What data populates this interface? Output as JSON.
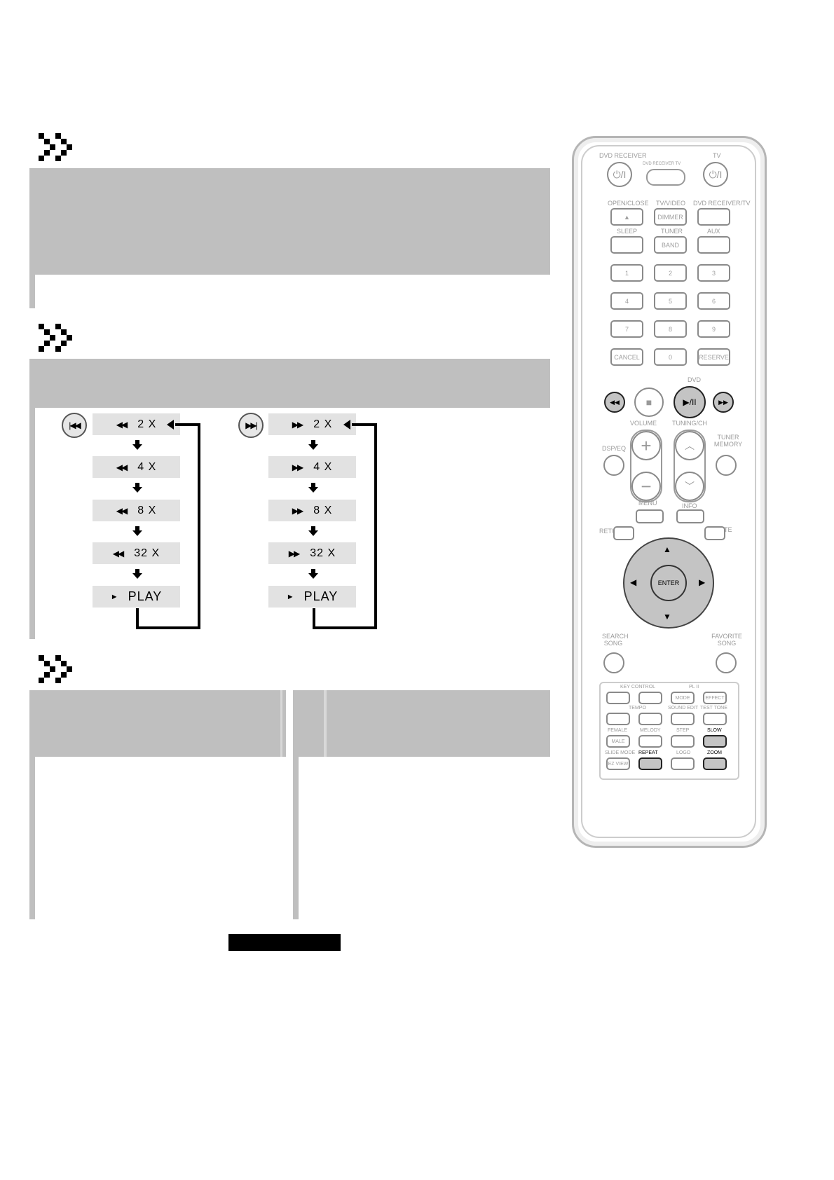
{
  "seek_backward": {
    "button_icon": "skip-back-icon",
    "steps": [
      {
        "symbol": "◀◀",
        "label": "2 X"
      },
      {
        "symbol": "◀◀",
        "label": "4 X"
      },
      {
        "symbol": "◀◀",
        "label": "8 X"
      },
      {
        "symbol": "◀◀",
        "label": "32 X"
      },
      {
        "symbol": "►",
        "label": "PLAY"
      }
    ]
  },
  "seek_forward": {
    "button_icon": "skip-forward-icon",
    "steps": [
      {
        "symbol": "▶▶",
        "label": "2 X"
      },
      {
        "symbol": "▶▶",
        "label": "4 X"
      },
      {
        "symbol": "▶▶",
        "label": "8 X"
      },
      {
        "symbol": "▶▶",
        "label": "32 X"
      },
      {
        "symbol": "►",
        "label": "PLAY"
      }
    ]
  },
  "remote": {
    "dvd_receiver": "DVD RECEIVER",
    "tv": "TV",
    "dvd_receiver_tv_small": "DVD RECEIVER   TV",
    "power_symbol": "⏻/I",
    "open_close": "OPEN/CLOSE",
    "tv_video": "TV/VIDEO",
    "dvd_receiver_tv": "DVD RECEIVER/TV",
    "dimmer": "DIMMER",
    "sleep": "SLEEP",
    "tuner": "TUNER",
    "aux": "AUX",
    "band": "BAND",
    "digits": [
      "1",
      "2",
      "3",
      "4",
      "5",
      "6",
      "7",
      "8",
      "9"
    ],
    "cancel": "CANCEL",
    "zero": "0",
    "reserve": "RESERVE",
    "dvd": "DVD",
    "volume": "VOLUME",
    "tuning_ch": "TUNING/CH",
    "dsp_eq": "DSP/EQ",
    "tuner_memory": "TUNER MEMORY",
    "menu": "MENU",
    "info": "INFO",
    "return": "RETURN",
    "mute": "MUTE",
    "enter": "ENTER",
    "search_song": "SEARCH SONG",
    "favorite_song": "FAVORITE SONG",
    "key_control": "KEY CONTROL",
    "pl2": "PL II",
    "mode": "MODE",
    "effect": "EFFECT",
    "tempo": "TEMPO",
    "sound_edit": "SOUND EDIT",
    "test_tone": "TEST TONE",
    "female": "FEMALE",
    "melody": "MELODY",
    "step": "STEP",
    "slow": "SLOW",
    "male": "MALE",
    "slide_mode": "SLIDE MODE",
    "repeat": "REPEAT",
    "logo": "LOGO",
    "zoom": "ZOOM",
    "ez_view": "EZ VIEW"
  }
}
